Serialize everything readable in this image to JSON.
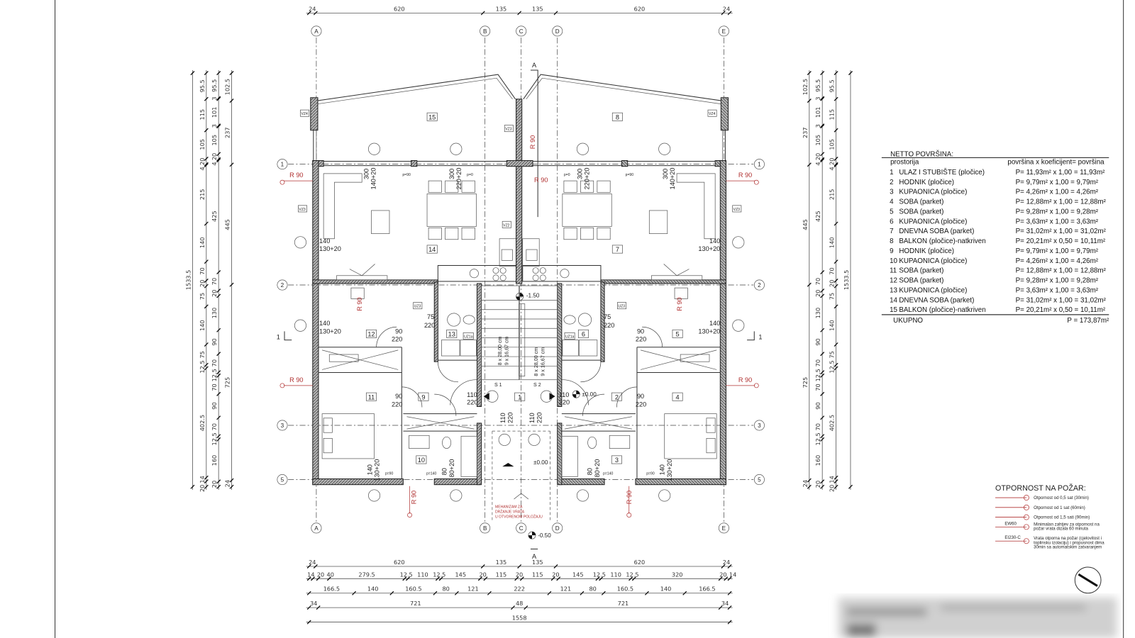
{
  "grid": {
    "columns": [
      "A",
      "B",
      "C",
      "D",
      "E"
    ],
    "rows": [
      "1",
      "2",
      "3",
      "5"
    ]
  },
  "section_marks": {
    "a": "A",
    "one": "1"
  },
  "dimensions": {
    "top": [
      24,
      620,
      135,
      135,
      620,
      24
    ],
    "bottom_1": [
      24,
      620,
      135,
      135,
      620,
      24
    ],
    "bottom_2": [
      14,
      20,
      40,
      279.5,
      12.5,
      110,
      12.5,
      145,
      20,
      115,
      20,
      115,
      20,
      145,
      12.5,
      110,
      12.5,
      320,
      20,
      14
    ],
    "bottom_3": [
      166.5,
      140,
      160.5,
      80,
      121,
      222,
      121,
      80,
      160.5,
      140,
      166.5
    ],
    "bottom_4": [
      34,
      721,
      48,
      721,
      34
    ],
    "bottom_total": [
      1558
    ],
    "side_total": [
      1533.5
    ],
    "side_1": [
      95.5,
      115,
      105,
      20,
      4,
      215,
      140,
      70,
      20,
      75,
      140,
      75,
      12.5,
      402.5,
      14,
      20
    ],
    "side_2": [
      95.5,
      3,
      101,
      3,
      105,
      20,
      4,
      425,
      70,
      20,
      130,
      90,
      70,
      12.5,
      70,
      90,
      70,
      12.5,
      160,
      20
    ],
    "side_3": [
      102.5,
      237,
      445,
      725,
      24
    ]
  },
  "rooms": {
    "r1": "1",
    "r2": "2",
    "r3": "3",
    "r4": "4",
    "r5": "5",
    "r6": "6",
    "r7": "7",
    "r8": "8",
    "r9": "9",
    "r10": "10",
    "r11": "11",
    "r12": "12",
    "r13": "13",
    "r14": "14",
    "r15": "15"
  },
  "openings": {
    "d140": "140",
    "d130_20": "130+20",
    "d75": "75",
    "d220": "220",
    "d90": "90",
    "d110": "110",
    "d300": "300",
    "d220_20": "220+20",
    "d140_20": "140+20",
    "d80": "80",
    "d80_20": "80+20",
    "p90": "p=90",
    "p0": "p=0",
    "p140": "p=140"
  },
  "fire_rating_label": "R 90",
  "levels": {
    "upper": "-1.50",
    "ground": "±0.00",
    "ground2": "±0.00",
    "outside": "-0.50"
  },
  "stairs": {
    "s1": "S 1",
    "s2": "S 2",
    "treads_1": "8 x 28,00 cm",
    "risers_1": "9 x 16,67 cm",
    "treads_2": "8 x 28,00 cm",
    "risers_2": "9 x 16,67 cm"
  },
  "wall_tags": {
    "vz4": "VZ4",
    "vz3": "VZ3",
    "vz2": "VZ2",
    "uz3": "UZ3",
    "uz1a": "UZ1a"
  },
  "note": [
    "MEHANIZAM ZA",
    "DRŽANJE VRATA",
    "U OTVORENOM POLOŽAJU"
  ],
  "area_table": {
    "title": "NETTO POVRŠINA:",
    "col_room": "prostorija",
    "col_formula": "površina x koeficijent= površina",
    "rows": [
      {
        "no": "1",
        "name": "ULAZ I STUBIŠTE (pločice)",
        "formula": "P= 11,93m² x 1,00 = 11,93m²"
      },
      {
        "no": "2",
        "name": "HODNIK (pločice)",
        "formula": "P= 9,79m² x 1,00   = 9,79m²"
      },
      {
        "no": "3",
        "name": "KUPAONICA (pločice)",
        "formula": "P= 4,26m² x 1,00   = 4,26m²"
      },
      {
        "no": "4",
        "name": "SOBA (parket)",
        "formula": "P= 12,88m² x 1,00 = 12,88m²"
      },
      {
        "no": "5",
        "name": "SOBA (parket)",
        "formula": "P= 9,28m² x 1,00   = 9,28m²"
      },
      {
        "no": "6",
        "name": "KUPAONICA (pločice)",
        "formula": "P= 3,63m² x 1,00   = 3,63m²"
      },
      {
        "no": "7",
        "name": "DNEVNA SOBA (parket)",
        "formula": "P= 31,02m² x 1,00 = 31,02m²"
      },
      {
        "no": "8",
        "name": "BALKON (pločice)-natkriven",
        "formula": "P= 20,21m² x 0,50 = 10,11m²"
      },
      {
        "no": "9",
        "name": "HODNIK (pločice)",
        "formula": "P= 9,79m² x 1,00   = 9,79m²"
      },
      {
        "no": "10",
        "name": "KUPAONICA (pločice)",
        "formula": "P= 4,26m² x 1,00   = 4,26m²"
      },
      {
        "no": "11",
        "name": "SOBA (parket)",
        "formula": "P= 12,88m² x 1,00 = 12,88m²"
      },
      {
        "no": "12",
        "name": "SOBA (parket)",
        "formula": "P= 9,28m² x 1,00   = 9,28m²"
      },
      {
        "no": "13",
        "name": "KUPAONICA (pločice)",
        "formula": "P= 3,63m² x 1,00   = 3,63m²"
      },
      {
        "no": "14",
        "name": "DNEVNA SOBA (parket)",
        "formula": "P= 31,02m² x 1,00 = 31,02m²"
      },
      {
        "no": "15",
        "name": "BALKON (pločice)-natkriven",
        "formula": "P= 20,21m² x 0,50 = 10,11m²"
      }
    ],
    "total_label": "UKUPNO",
    "total_value": "P = 173,87m²"
  },
  "fire_legend": {
    "title": "OTPORNOST NA POŽAR:",
    "items": [
      {
        "text": [
          "Otpornost od 0,5 sat (30min)"
        ]
      },
      {
        "text": [
          "Otpornost od 1 sat (60min)"
        ]
      },
      {
        "text": [
          "Otpornost od 1,5 sati (90min)"
        ]
      },
      {
        "tag": "EW60",
        "text": [
          "Minimalan zahtjev za otpornost na",
          "požar vrata dizala 60 minuta"
        ]
      },
      {
        "tag": "EI230-C",
        "text": [
          "Vrata otporna na požar (cjelovitost i",
          "toplinsku izolaciju) i propusnost dima",
          "30min sa automatskim zatvaranjem"
        ]
      }
    ],
    "color": "#b03030"
  },
  "colors": {
    "lines": "#222222",
    "fire": "#b03030",
    "background": "#ffffff"
  }
}
